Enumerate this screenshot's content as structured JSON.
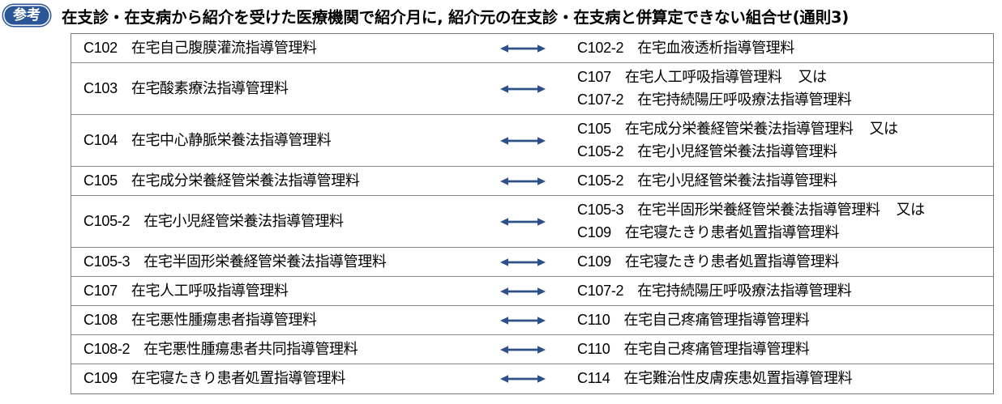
{
  "header": {
    "badge_label": "参考",
    "title": "在支診・在支病から紹介を受けた医療機関で紹介月に, 紹介元の在支診・在支病と併算定できない組合せ(通則3)",
    "badge_color": "#2a5597"
  },
  "table": {
    "arrow_icon": "double-headed-arrow-icon",
    "arrow_color": "#2d5089",
    "border_color": "#7b7b7b",
    "rows": [
      {
        "left": [
          {
            "code": "C102",
            "name": "在宅自己腹膜灌流指導管理料",
            "or": ""
          }
        ],
        "right": [
          {
            "code": "C102-2",
            "name": "在宅血液透析指導管理料",
            "or": ""
          }
        ]
      },
      {
        "left": [
          {
            "code": "C103",
            "name": "在宅酸素療法指導管理料",
            "or": ""
          }
        ],
        "right": [
          {
            "code": "C107",
            "name": "在宅人工呼吸指導管理料",
            "or": "又は"
          },
          {
            "code": "C107-2",
            "name": "在宅持続陽圧呼吸療法指導管理料",
            "or": ""
          }
        ]
      },
      {
        "left": [
          {
            "code": "C104",
            "name": "在宅中心静脈栄養法指導管理料",
            "or": ""
          }
        ],
        "right": [
          {
            "code": "C105",
            "name": "在宅成分栄養経管栄養法指導管理料",
            "or": "又は"
          },
          {
            "code": "C105-2",
            "name": "在宅小児経管栄養法指導管理料",
            "or": ""
          }
        ]
      },
      {
        "left": [
          {
            "code": "C105",
            "name": "在宅成分栄養経管栄養法指導管理料",
            "or": ""
          }
        ],
        "right": [
          {
            "code": "C105-2",
            "name": "在宅小児経管栄養法指導管理料",
            "or": ""
          }
        ]
      },
      {
        "left": [
          {
            "code": "C105-2",
            "name": "在宅小児経管栄養法指導管理料",
            "or": ""
          }
        ],
        "right": [
          {
            "code": "C105-3",
            "name": "在宅半固形栄養経管栄養法指導管理料",
            "or": "又は"
          },
          {
            "code": "C109",
            "name": "在宅寝たきり患者処置指導管理料",
            "or": ""
          }
        ]
      },
      {
        "left": [
          {
            "code": "C105-3",
            "name": "在宅半固形栄養経管栄養法指導管理料",
            "or": ""
          }
        ],
        "right": [
          {
            "code": "C109",
            "name": "在宅寝たきり患者処置指導管理料",
            "or": ""
          }
        ]
      },
      {
        "left": [
          {
            "code": "C107",
            "name": "在宅人工呼吸指導管理料",
            "or": ""
          }
        ],
        "right": [
          {
            "code": "C107-2",
            "name": "在宅持続陽圧呼吸療法指導管理料",
            "or": ""
          }
        ]
      },
      {
        "left": [
          {
            "code": "C108",
            "name": "在宅悪性腫瘍患者指導管理料",
            "or": ""
          }
        ],
        "right": [
          {
            "code": "C110",
            "name": "在宅自己疼痛管理指導管理料",
            "or": ""
          }
        ]
      },
      {
        "left": [
          {
            "code": "C108-2",
            "name": "在宅悪性腫瘍患者共同指導管理料",
            "or": ""
          }
        ],
        "right": [
          {
            "code": "C110",
            "name": "在宅自己疼痛管理指導管理料",
            "or": ""
          }
        ]
      },
      {
        "left": [
          {
            "code": "C109",
            "name": "在宅寝たきり患者処置指導管理料",
            "or": ""
          }
        ],
        "right": [
          {
            "code": "C114",
            "name": "在宅難治性皮膚疾患処置指導管理料",
            "or": ""
          }
        ]
      }
    ]
  }
}
